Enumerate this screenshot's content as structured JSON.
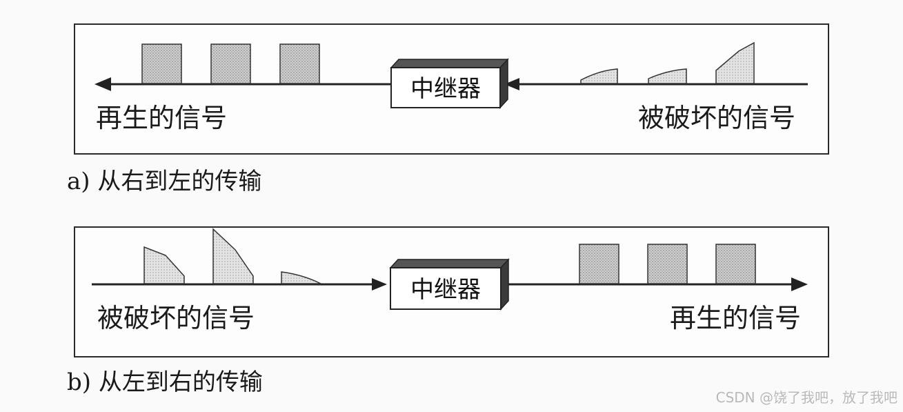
{
  "panel_a": {
    "repeater_label": "中继器",
    "left_label": "再生的信号",
    "right_label": "被破坏的信号",
    "caption": "a) 从右到左的传输"
  },
  "panel_b": {
    "repeater_label": "中继器",
    "left_label": "被破坏的信号",
    "right_label": "再生的信号",
    "caption": "b) 从左到右的传输"
  },
  "watermark": "CSDN @饶了我吧，放了我吧"
}
